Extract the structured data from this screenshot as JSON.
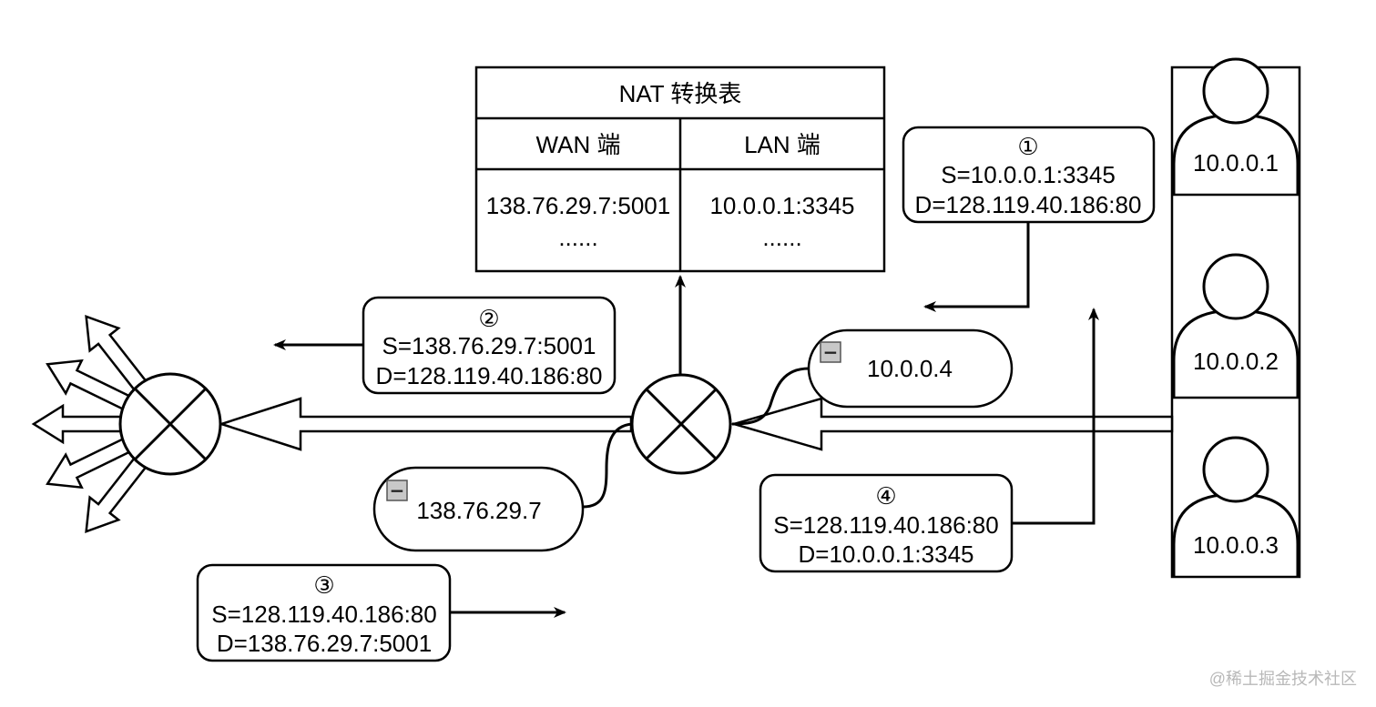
{
  "nat_table": {
    "title": "NAT 转换表",
    "col_wan": "WAN 端",
    "col_lan": "LAN 端",
    "wan_value": "138.76.29.7:5001",
    "lan_value": "10.0.0.1:3345",
    "ellipsis_wan": "......",
    "ellipsis_lan": "......"
  },
  "packets": {
    "p1": {
      "num": "①",
      "src": "S=10.0.0.1:3345",
      "dst": "D=128.119.40.186:80"
    },
    "p2": {
      "num": "②",
      "src": "S=138.76.29.7:5001",
      "dst": "D=128.119.40.186:80"
    },
    "p3": {
      "num": "③",
      "src": "S=128.119.40.186:80",
      "dst": "D=138.76.29.7:5001"
    },
    "p4": {
      "num": "④",
      "src": "S=128.119.40.186:80",
      "dst": "D=10.0.0.1:3345"
    }
  },
  "interfaces": {
    "lan": "10.0.0.4",
    "wan": "138.76.29.7",
    "collapse_glyph": "−"
  },
  "hosts": [
    "10.0.0.1",
    "10.0.0.2",
    "10.0.0.3"
  ],
  "watermark": "@稀土掘金技术社区"
}
